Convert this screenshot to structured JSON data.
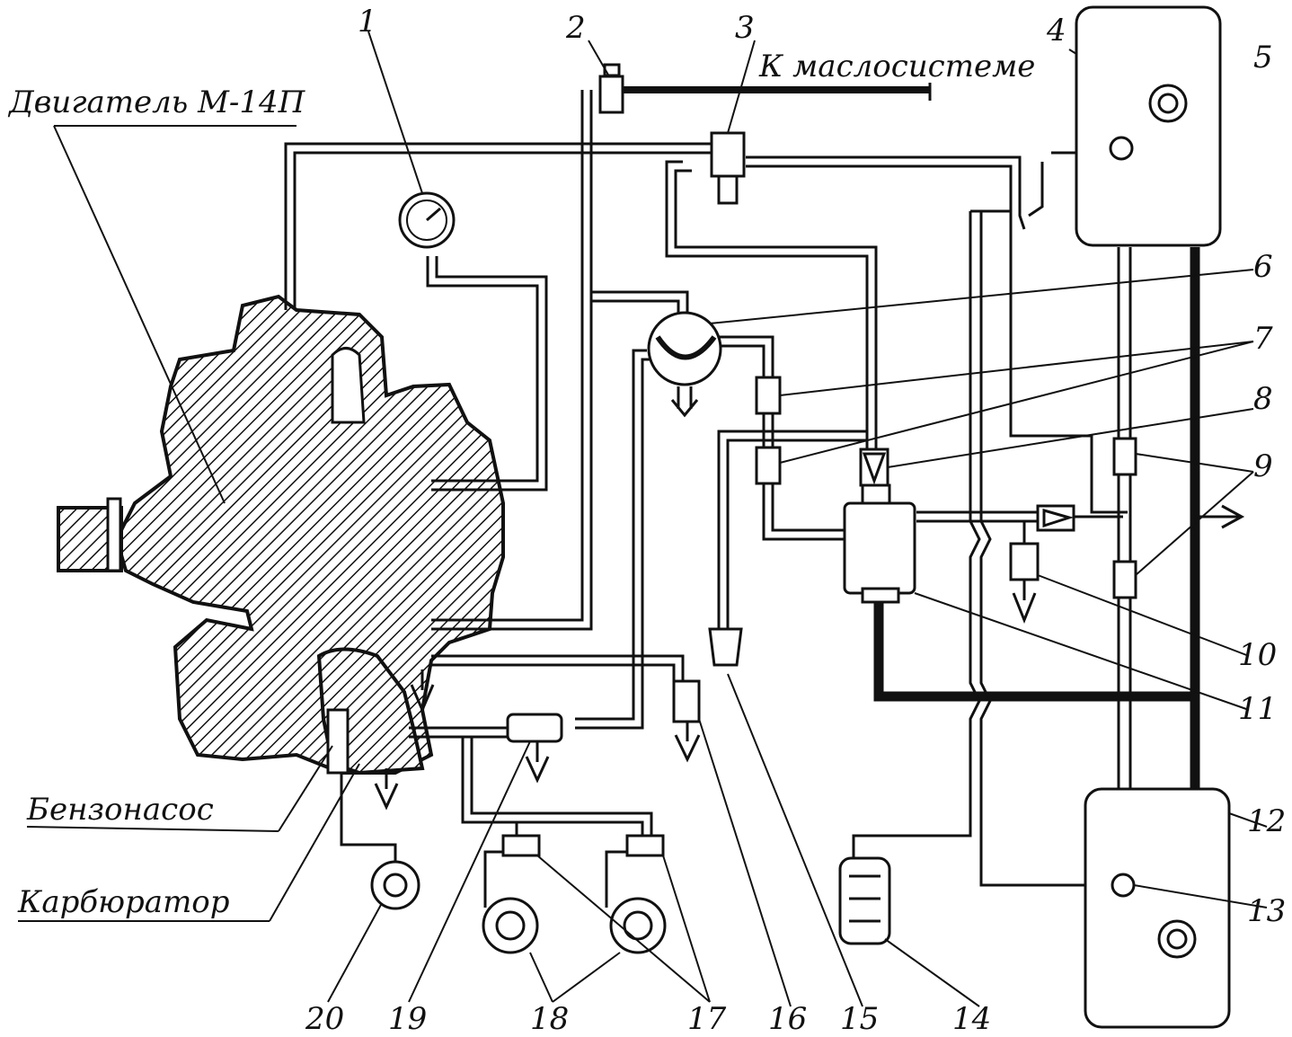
{
  "diagram": {
    "labels": {
      "engine": "Двигатель М-14П",
      "oil_system": "К маслосистеме",
      "fuel_pump": "Бензонасос",
      "carburetor": "Карбюратор"
    },
    "numbers": [
      "1",
      "2",
      "3",
      "4",
      "5",
      "6",
      "7",
      "8",
      "9",
      "10",
      "11",
      "12",
      "13",
      "14",
      "15",
      "16",
      "17",
      "18",
      "19",
      "20"
    ]
  }
}
